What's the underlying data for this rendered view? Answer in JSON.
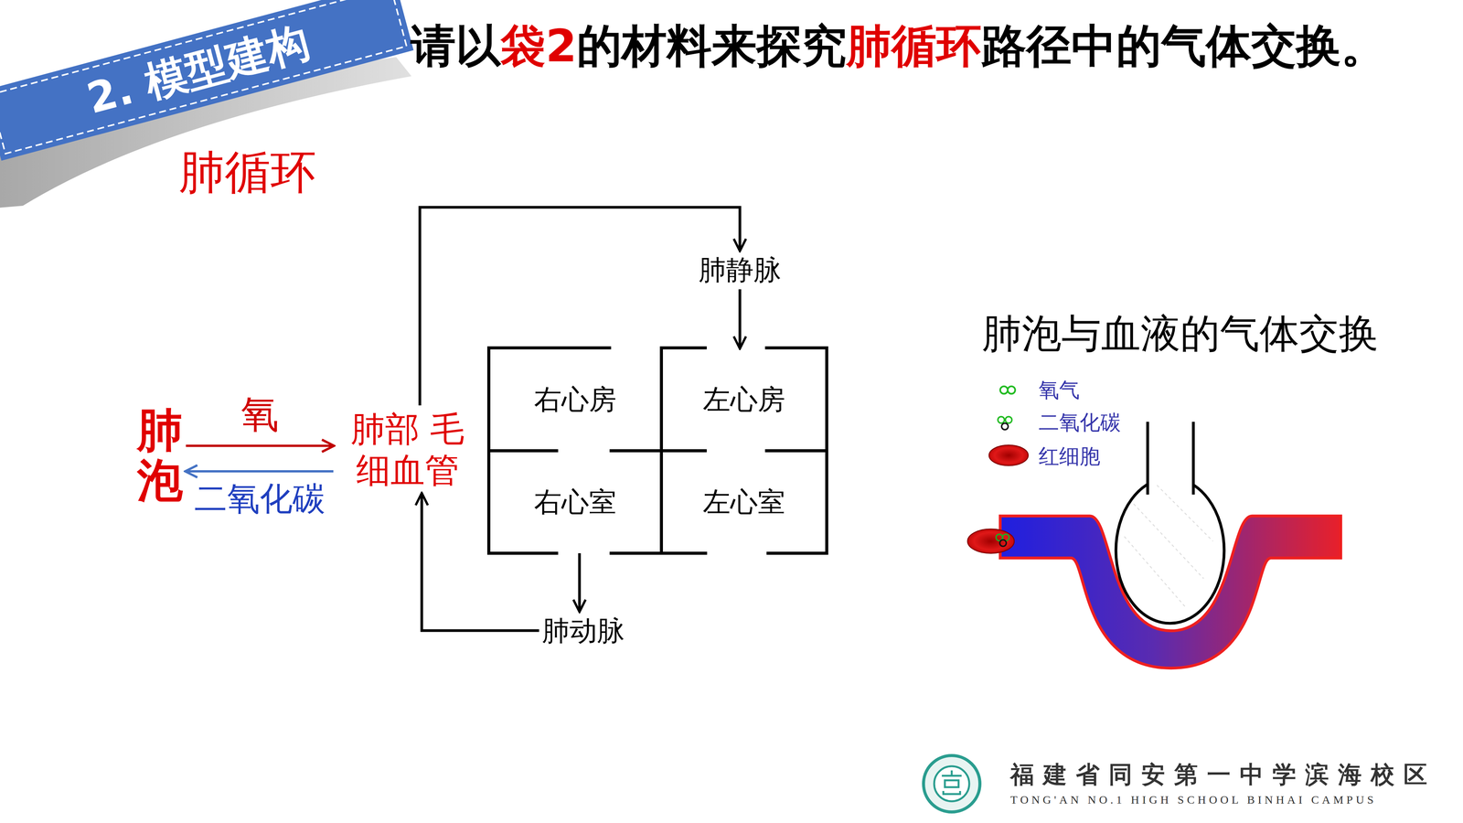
{
  "diagram": {
    "title": "请以袋2的材料来探究肺循环路径中的气体交换。",
    "nodes": [
      {
        "text": [
          "肺静脉"
        ]
      },
      {
        "text": [
          "右心房"
        ]
      },
      {
        "text": [
          "左心房"
        ]
      },
      {
        "text": [
          "肺泡"
        ]
      },
      {
        "text": [
          "肺部 毛细血管"
        ]
      },
      {
        "text": [
          "右心室"
        ]
      },
      {
        "text": [
          "左心室"
        ]
      },
      {
        "text": [
          "肺动脉"
        ]
      }
    ],
    "edges": [
      {
        "from": 3,
        "to": 4,
        "label": "氧",
        "arrow": "to"
      },
      {
        "from": 4,
        "to": 3,
        "label": "二氧化碳",
        "arrow": "to"
      },
      {
        "from": 4,
        "to": 0,
        "arrow": "to"
      },
      {
        "from": 0,
        "to": 2,
        "arrow": "to"
      },
      {
        "from": 5,
        "to": 7,
        "arrow": "to"
      },
      {
        "from": 7,
        "to": 4,
        "arrow": "to"
      }
    ],
    "labels": [
      "2. 模型建构",
      "肺循环",
      "肺泡与血液的气体交换",
      "福建省同安第一中学滨海校区",
      "TONG'AN NO.1 HIGH SCHOOL BINHAI CAMPUS"
    ],
    "legend": [
      {
        "text": "氧气"
      },
      {
        "text": "二氧化碳"
      },
      {
        "text": "红细胞"
      }
    ]
  }
}
